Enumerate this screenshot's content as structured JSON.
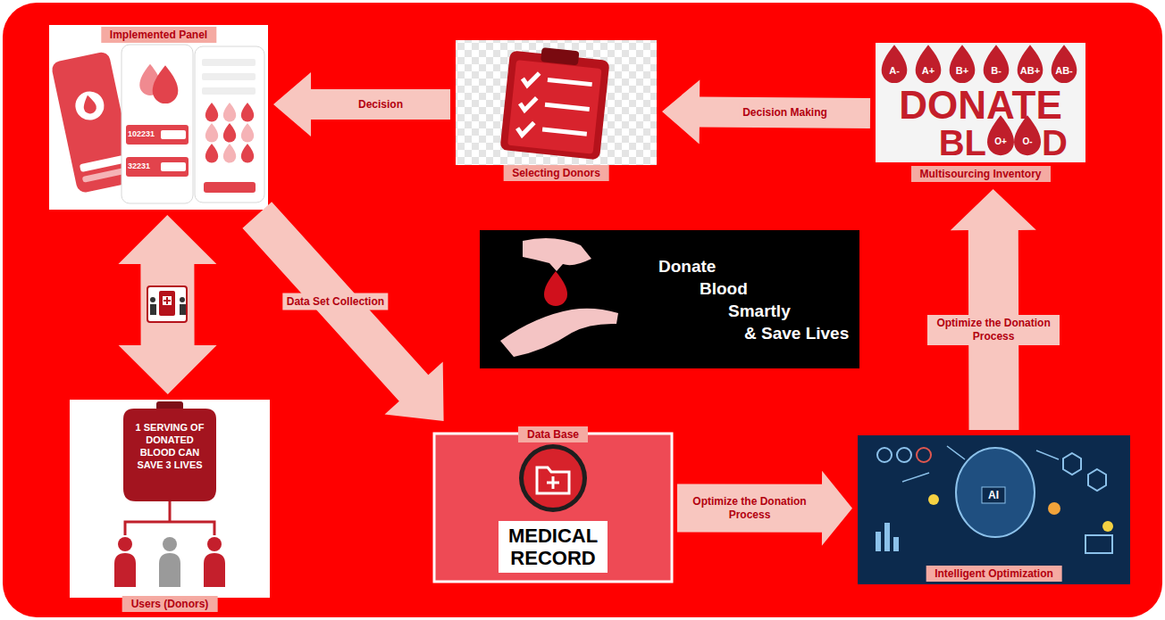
{
  "diagram": {
    "nodes": [
      {
        "text": [
          "Implemented Panel"
        ]
      },
      {
        "text": [
          "Selecting Donors"
        ]
      },
      {
        "text": [
          "Multisourcing Inventory"
        ]
      },
      {
        "text": [
          "Donate Blood Smartly & Save Lives"
        ]
      },
      {
        "text": [
          "Users (Donors)"
        ]
      },
      {
        "text": [
          "Data Base"
        ]
      },
      {
        "text": [
          "Intelligent Optimization"
        ]
      }
    ],
    "edges": [
      {
        "from": 2,
        "to": 1,
        "label": "Decision Making",
        "arrow": "to"
      },
      {
        "from": 1,
        "to": 0,
        "label": "Decision",
        "arrow": "to"
      },
      {
        "from": 0,
        "to": 4,
        "arrow": "both"
      },
      {
        "from": 0,
        "to": 5,
        "label": "Data Set Collection",
        "arrow": "to"
      },
      {
        "from": 5,
        "to": 6,
        "label": "Optimize the Donation Process",
        "arrow": "to"
      },
      {
        "from": 6,
        "to": 2,
        "label": "Optimize the Donation Process",
        "arrow": "to"
      }
    ],
    "labels": [
      "102231",
      "32231",
      "A-",
      "A+",
      "B+",
      "B-",
      "AB+",
      "AB-",
      "DONATE",
      "BL",
      "O+",
      "O-",
      "D",
      "1 SERVING OF DONATED BLOOD CAN SAVE 3 LIVES",
      "MEDICAL RECORD",
      "AI"
    ]
  }
}
